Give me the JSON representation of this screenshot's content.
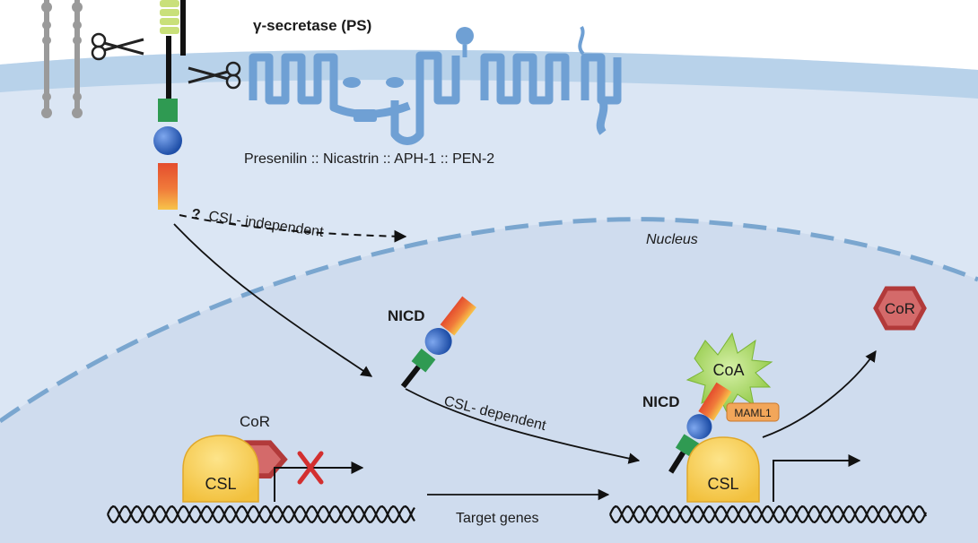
{
  "title": "γ-secretase (PS)",
  "complex_components": "Presenilin :: Nicastrin :: APH-1 :: PEN-2",
  "question_mark": "?",
  "csl_independent": "CSL- independent",
  "csl_dependent": "CSL- dependent",
  "nucleus": "Nucleus",
  "nicd_left": "NICD",
  "nicd_right": "NICD",
  "cor_bound": "CoR",
  "cor_released": "CoR",
  "csl_left": "CSL",
  "csl_right": "CSL",
  "coa": "CoA",
  "maml1": "MAML1",
  "target_genes": "Target genes",
  "colors": {
    "membrane": "#b8d2ea",
    "cytoplasm": "#dbe6f4",
    "nucleus": "#cfdcee",
    "nuclear_envelope": "#7aa6cf",
    "protein_blue": "#7eaad7",
    "cor_red": "#b23a3a",
    "csl_yellow": "#f7cf55",
    "coa_green": "#8cc63f",
    "maml_orange": "#f2a65a",
    "block_x": "#d32f2f"
  },
  "icons": [
    "scissors-icon",
    "scissors-icon",
    "block-x-icon"
  ]
}
